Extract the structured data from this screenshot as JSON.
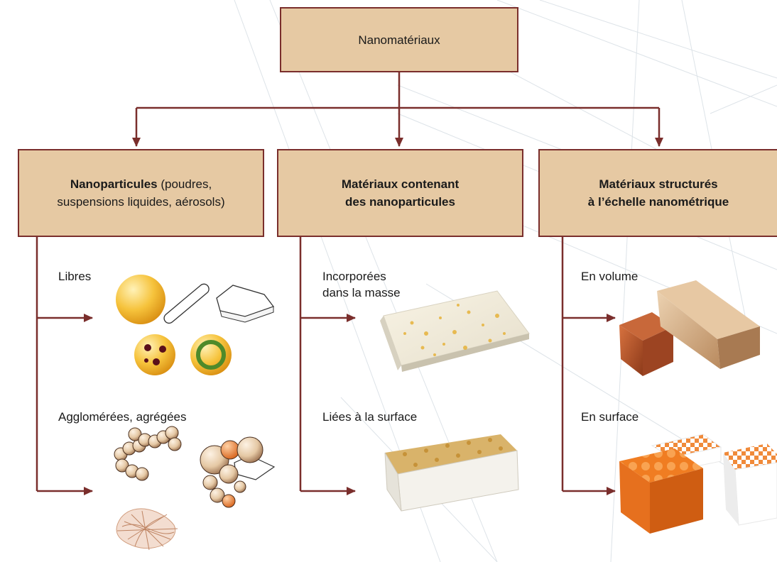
{
  "root": {
    "label": "Nanomatériaux"
  },
  "categories": [
    {
      "bold": "Nanoparticules",
      "rest": " (poudres,",
      "line2": "suspensions liquides, aérosols)"
    },
    {
      "line1": "Matériaux contenant",
      "line2": "des nanoparticules"
    },
    {
      "line1": "Matériaux structurés",
      "line2": "à l’échelle nanométrique"
    }
  ],
  "sub": {
    "a1": "Libres",
    "a2": "Agglomérées, agrégées",
    "b1_line1": "Incorporées",
    "b1_line2": "dans la masse",
    "b2": "Liées à la surface",
    "c1": "En volume",
    "c2": "En surface"
  },
  "colors": {
    "box_fill": "#e6c9a3",
    "line": "#7a2e2c",
    "orange": "#e8792b",
    "gold": "#f2b632"
  }
}
